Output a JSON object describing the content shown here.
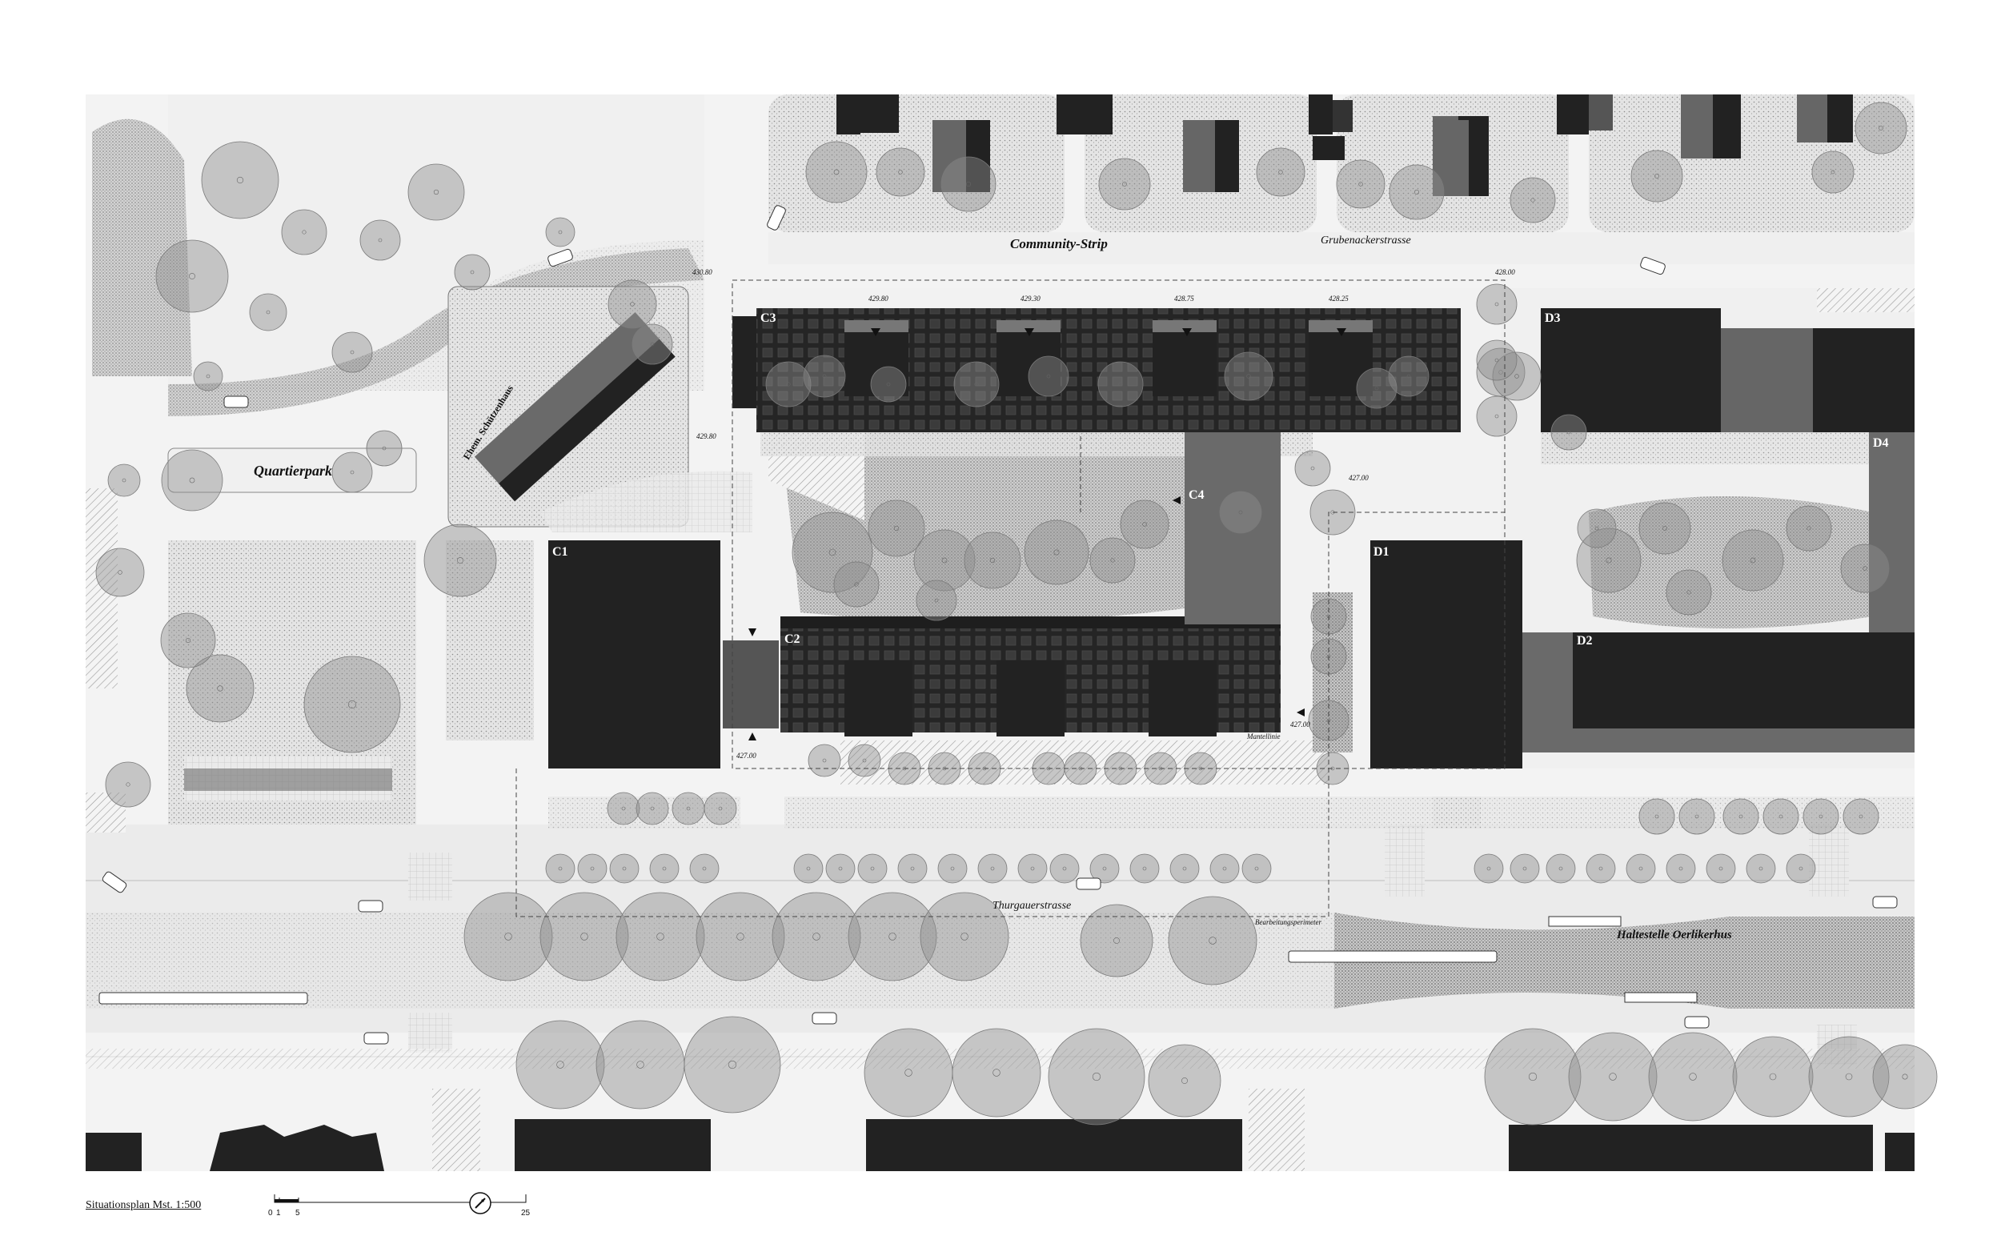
{
  "labels": {
    "community_strip": "Community-Strip",
    "grubenackerstrasse": "Grubenackerstrasse",
    "quartierpark": "Quartierpark",
    "schuetzenhaus": "Ehem. Schützenhaus",
    "thurgauerstrasse": "Thurgauerstrasse",
    "haltestelle": "Haltestelle Oerlikerhus",
    "mantellinie": "Mantellinie",
    "bearbeitungsperimeter": "Bearbeitungsperimeter"
  },
  "buildings": {
    "c1": "C1",
    "c2": "C2",
    "c3": "C3",
    "c4": "C4",
    "d1": "D1",
    "d2": "D2",
    "d3": "D3",
    "d4": "D4"
  },
  "elevations": {
    "e1": "430.80",
    "e2": "429.80",
    "e3": "429.30",
    "e4": "428.75",
    "e5": "428.25",
    "e6": "428.00",
    "e7": "429.80",
    "e8": "427.00",
    "e9": "427.00",
    "e10": "427.00"
  },
  "legend": {
    "caption": "Situationsplan Mst. 1:500",
    "scale_ticks": [
      "0",
      "1",
      "5",
      "25"
    ]
  },
  "colors": {
    "building_dark": "#222222",
    "building_mid": "#6a6a6a",
    "ground": "#eeeeee",
    "tree": "#9a9a9a"
  }
}
